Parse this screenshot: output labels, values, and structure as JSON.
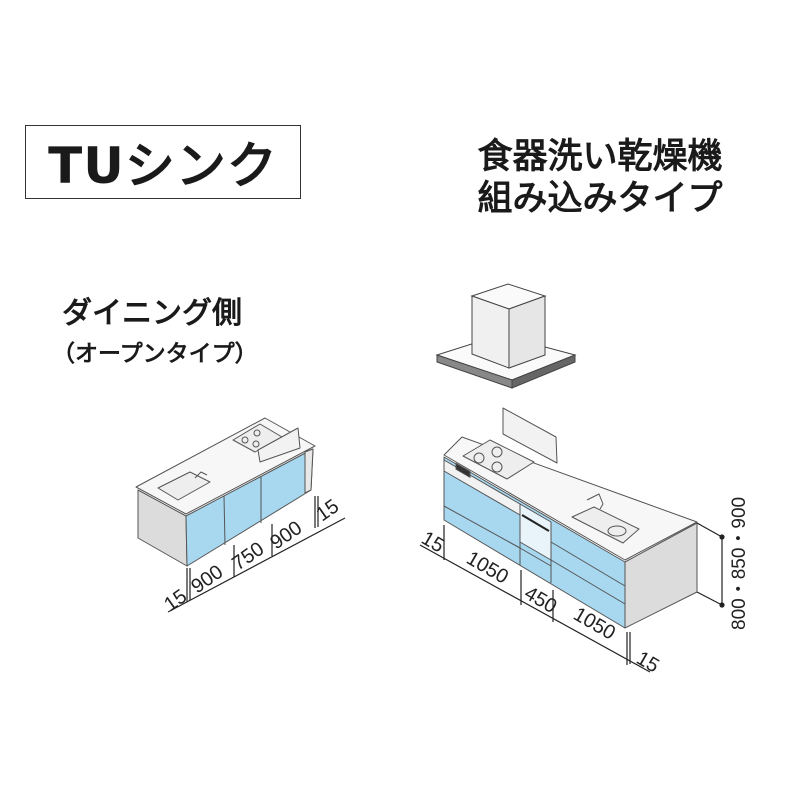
{
  "title": "TUシンク",
  "heading": {
    "line1": "食器洗い乾燥機",
    "line2": "組み込みタイプ"
  },
  "dining": {
    "label": "ダイニング側",
    "sub": "（オープンタイプ）"
  },
  "left_dimensions": [
    "15",
    "900",
    "750",
    "900",
    "15"
  ],
  "right_dimensions": [
    "15",
    "1050",
    "450",
    "1050",
    "15"
  ],
  "height_dimension": "800・850・900",
  "colors": {
    "panel_blue": "#a8d8f0",
    "side_gray": "#dcdcdc",
    "line": "#555555"
  }
}
